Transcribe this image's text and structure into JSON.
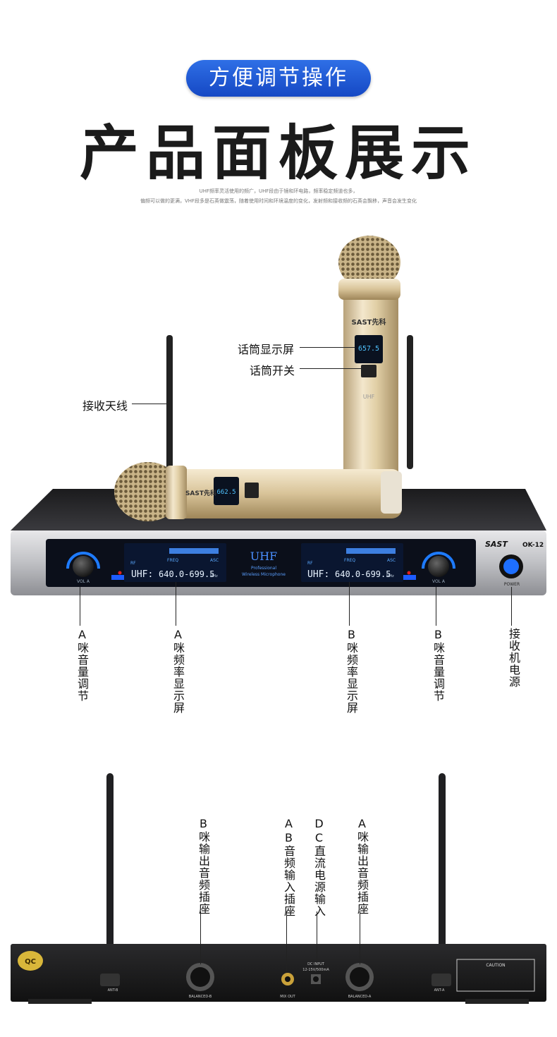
{
  "header": {
    "pill": "方便调节操作",
    "title": "产品面板展示",
    "desc1": "UHF频率灵活使用的频广，UHF段由于镜和环电路，频率稳定频道也多，",
    "desc2": "偏频可以做的更满，VHF段多是石英做震荡，随着使用时间和环境温度的变化，发射频和接收频的石英会飘移，声音会发生变化"
  },
  "front": {
    "brand": "SAST",
    "brand_cn": "先科",
    "model": "OK-12",
    "uhf": "UHF",
    "prof": "Professional",
    "wireless": "Wireless Microphone",
    "freq_prefix": "UHF:",
    "freq_range": "640.0-699.5",
    "mhz": "MHz",
    "rf": "RF",
    "freq": "FREQ",
    "asc": "ASC",
    "vola": "VOL A",
    "volb": "VOL A",
    "power": "POWER",
    "mic_freq1": "657.5",
    "mic_freq2": "662.5",
    "mic_brand": "SAST先科",
    "mic_uhf": "UHF"
  },
  "labels": {
    "mic_display": "话筒显示屏",
    "mic_switch": "话筒开关",
    "antenna": "接收天线",
    "a_vol": "A咪音量调节",
    "a_freq": "A咪频率显示屏",
    "b_freq": "B咪频率显示屏",
    "b_vol": "B咪音量调节",
    "power": "接收机电源",
    "b_out": "B咪输出音频插座",
    "ab_in": "AB音频输入插座",
    "dc_in": "DC直流电源输入",
    "a_out": "A咪输出音频插座"
  },
  "rear": {
    "ant_b": "ANT-B",
    "ant_a": "ANT-A",
    "bal_b": "BALANCED-B",
    "bal_a": "BALANCED-A",
    "mix_out": "MIX OUT",
    "dc_input": "DC INPUT",
    "dc_spec": "12-15V/500mA",
    "caution": "CAUTION",
    "qc": "QC"
  }
}
